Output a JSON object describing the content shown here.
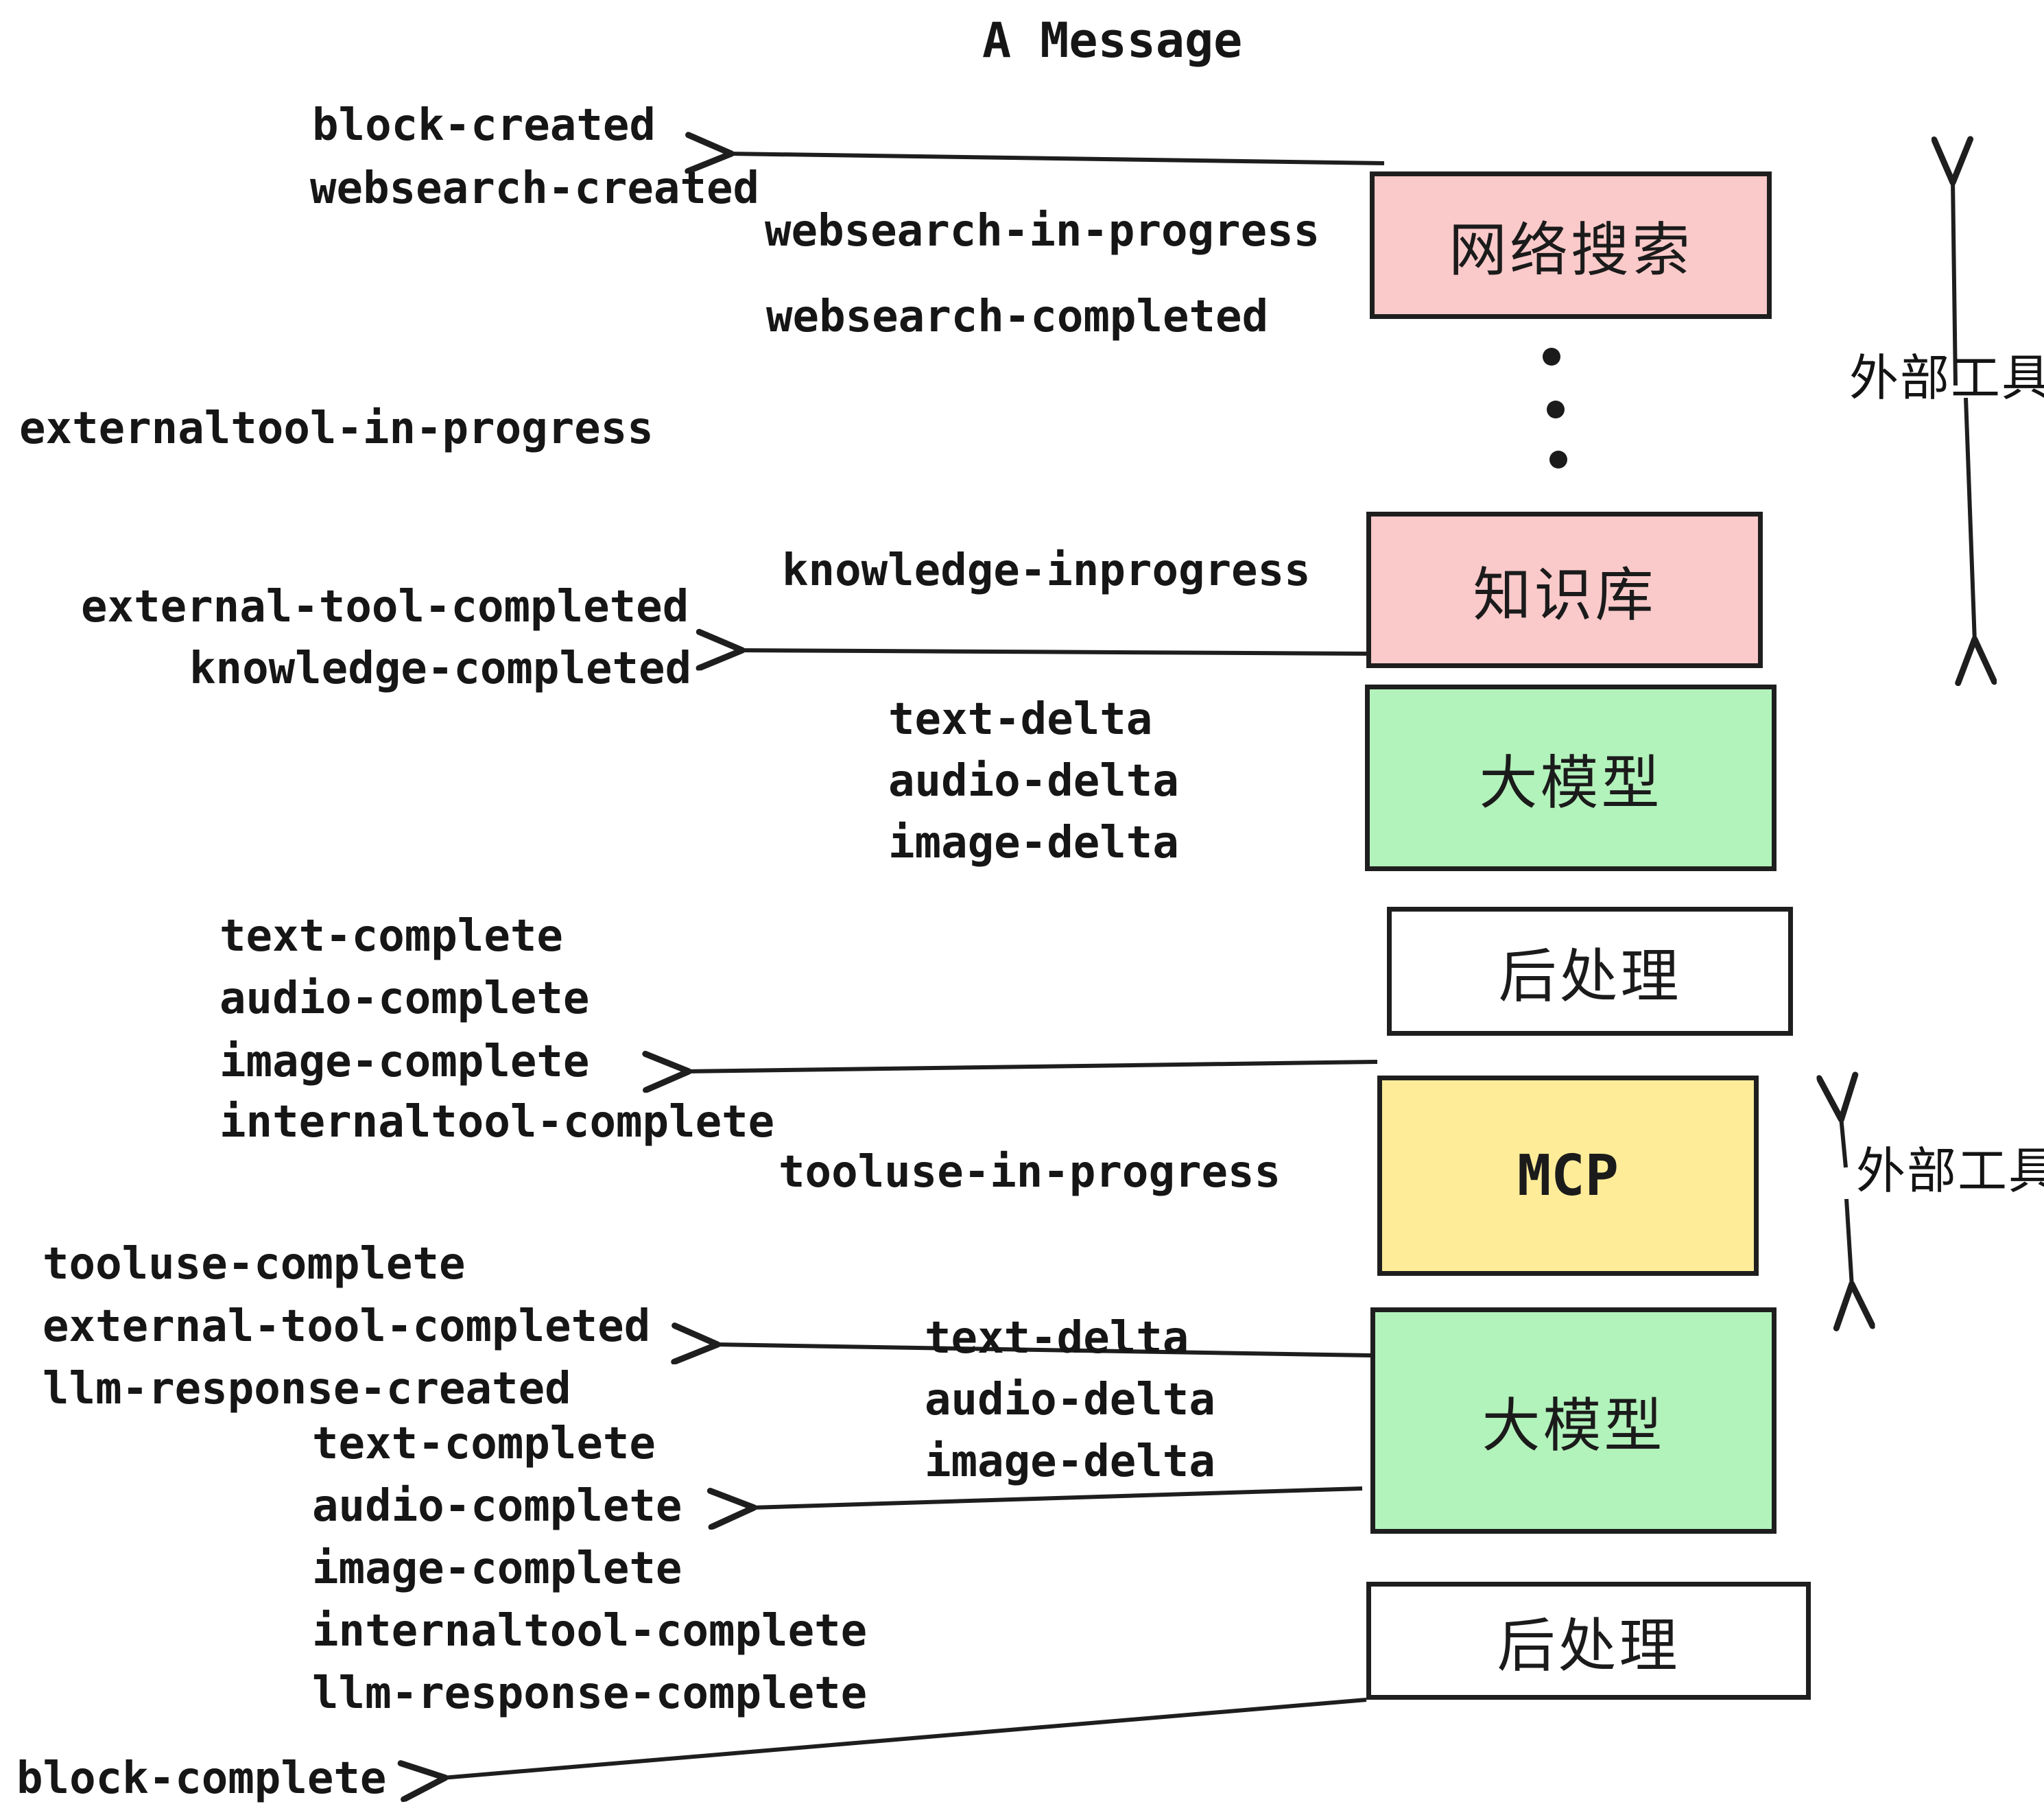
{
  "title": "A Message",
  "events": {
    "block_created": "block-created",
    "websearch_created": "websearch-created",
    "websearch_in_progress": "websearch-in-progress",
    "websearch_completed": "websearch-completed",
    "externaltool_in_progress": "externaltool-in-progress",
    "knowledge_inprogress": "knowledge-inprogress",
    "external_tool_completed": "external-tool-completed",
    "knowledge_completed": "knowledge-completed",
    "text_delta": "text-delta",
    "audio_delta": "audio-delta",
    "image_delta": "image-delta",
    "text_complete": "text-complete",
    "audio_complete": "audio-complete",
    "image_complete": "image-complete",
    "internaltool_complete": "internaltool-complete",
    "tooluse_in_progress": "tooluse-in-progress",
    "tooluse_complete": "tooluse-complete",
    "llm_response_created": "llm-response-created",
    "llm_response_complete": "llm-response-complete",
    "block_complete": "block-complete"
  },
  "boxes": {
    "websearch": "网络搜索",
    "knowledge": "知识库",
    "llm": "大模型",
    "postprocess": "后处理",
    "mcp": "MCP"
  },
  "annotations": {
    "external_tools": "外部工具"
  },
  "colors": {
    "box_border": "#1e1e1e",
    "websearch_fill": "#fac9c9",
    "knowledge_fill": "#fac9c9",
    "llm_fill": "#b2f2bb",
    "mcp_fill": "#ffec99",
    "postprocess_fill": "#ffffff",
    "text": "#161616",
    "background": "#ffffff"
  }
}
